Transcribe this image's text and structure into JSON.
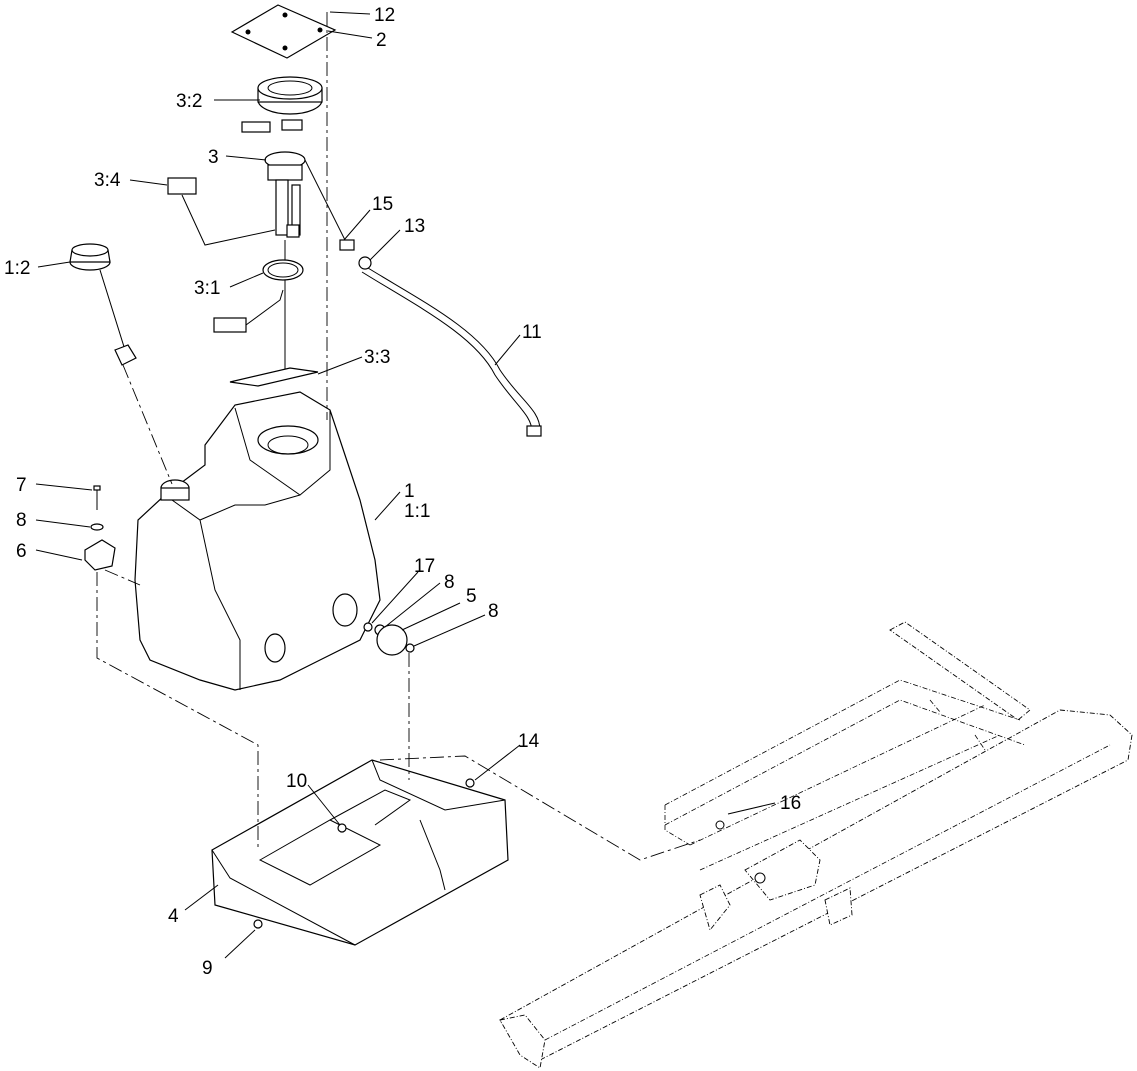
{
  "callouts": {
    "c12": "12",
    "c2": "2",
    "c3_2": "3:2",
    "c3": "3",
    "c3_4": "3:4",
    "c15": "15",
    "c13": "13",
    "c1_2": "1:2",
    "c3_1": "3:1",
    "c11": "11",
    "c3_3": "3:3",
    "c7": "7",
    "c1": "1",
    "c1_1": "1:1",
    "c8a": "8",
    "c6": "6",
    "c17": "17",
    "c8b": "8",
    "c5": "5",
    "c8c": "8",
    "c14": "14",
    "c10": "10",
    "c16": "16",
    "c4": "4",
    "c9": "9"
  }
}
